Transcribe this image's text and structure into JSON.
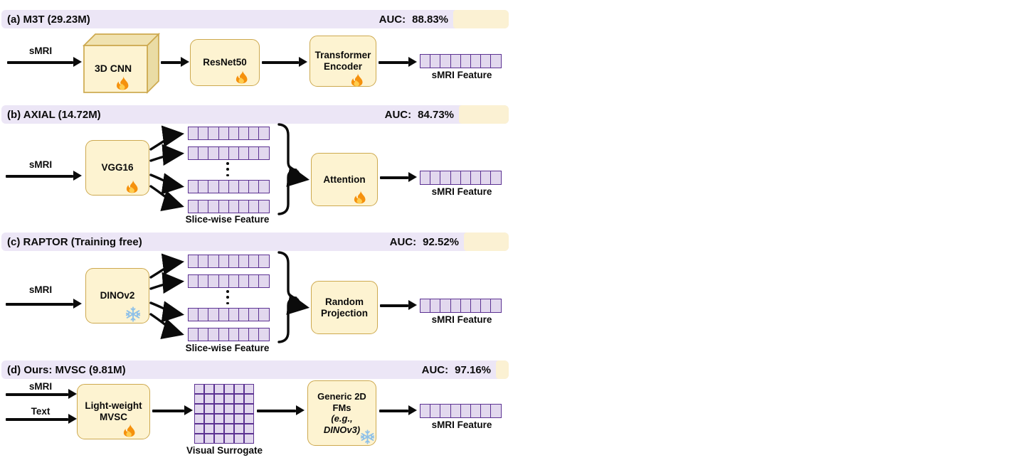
{
  "colors": {
    "lavender": "#ECE6F6",
    "cream": "#FBF1D3",
    "block_fill": "#FDF3D1",
    "block_stroke": "#CDA94F",
    "cube_top": "#F0E2B0",
    "cube_side": "#EADCA5",
    "cell_fill": "#E2D8EE",
    "cell_stroke": "#5C3292",
    "flame_orange": "#F5910D",
    "flame_yellow": "#FFCC4D",
    "snow_blue": "#8FC1E8",
    "ink": "#0b0b0b"
  },
  "panels": [
    {
      "title": "(a) M3T (29.23M)",
      "auc_label": "AUC:",
      "auc_value": "88.83%",
      "input_label": "sMRI",
      "cnn3d_label": "3D CNN",
      "resnet_label": "ResNet50",
      "transformer_lines": [
        "Transformer",
        "Encoder"
      ],
      "output_label": "sMRI Feature",
      "feature_cells": 8
    },
    {
      "title": "(b) AXIAL (14.72M)",
      "auc_label": "AUC:",
      "auc_value": "84.73%",
      "input_label": "sMRI",
      "encoder_label": "VGG16",
      "slice_caption": "Slice-wise Feature",
      "aggregator_label": "Attention",
      "output_label": "sMRI Feature",
      "feature_cells": 8,
      "slice_rows": 4,
      "slice_cells": 8
    },
    {
      "title": "(c) RAPTOR (Training free)",
      "auc_label": "AUC:",
      "auc_value": "92.52%",
      "input_label": "sMRI",
      "encoder_label": "DINOv2",
      "slice_caption": "Slice-wise Feature",
      "aggregator_lines": [
        "Random",
        "Projection"
      ],
      "output_label": "sMRI Feature",
      "feature_cells": 8,
      "slice_rows": 4,
      "slice_cells": 8
    },
    {
      "title": "(d) Ours: MVSC (9.81M)",
      "auc_label": "AUC:",
      "auc_value": "97.16%",
      "input_labels": [
        "sMRI",
        "Text"
      ],
      "encoder_lines": [
        "Light-weight",
        "MVSC"
      ],
      "surrogate_caption": "Visual Surrogate",
      "fm_lines": [
        "Generic 2D",
        "FMs",
        "(e.g.,",
        "DINOv3)"
      ],
      "output_label": "sMRI Feature",
      "feature_cells": 8,
      "surrogate_cells": 36
    }
  ]
}
